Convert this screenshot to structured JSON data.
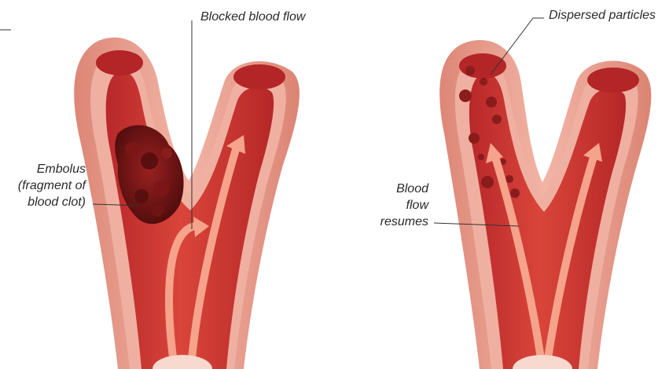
{
  "labels": {
    "blocked_flow": "Blocked blood flow",
    "embolus_lines": [
      "Embolus",
      "(fragment of",
      "blood clot)"
    ],
    "dispersed": "Dispersed particles",
    "resumes_lines": [
      "Blood",
      "flow",
      "resumes"
    ]
  },
  "colors": {
    "vessel_wall_outer": "#e79a8c",
    "vessel_wall_inner": "#f4c2b6",
    "lumen": "#cf3a33",
    "lumen_dark": "#a8221f",
    "clot": "#6e1514",
    "flow_arrow": "#f5a38a",
    "leader_line": "#333333"
  },
  "icons": {
    "embolus": "blood-clot-shape",
    "flow": "arrow-up-curved"
  }
}
